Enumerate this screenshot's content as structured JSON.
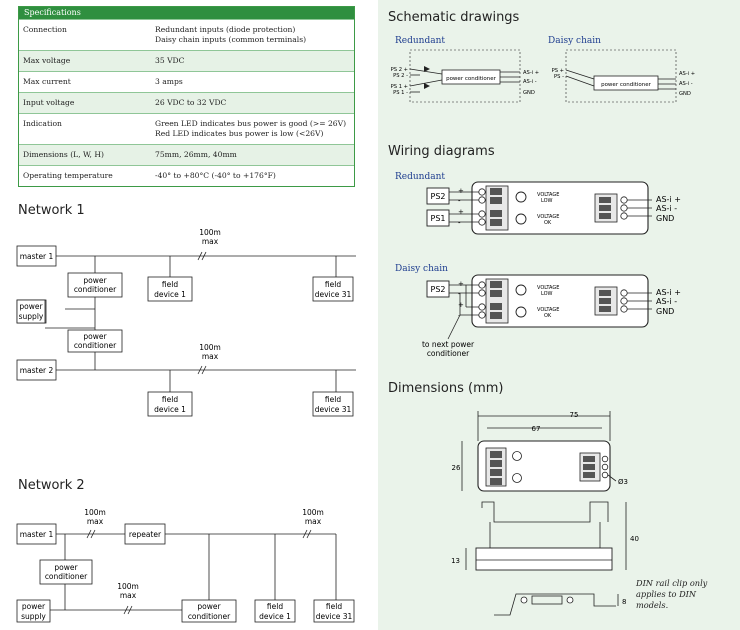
{
  "specifications": {
    "header": "Specifications",
    "rows": [
      {
        "label": "Connection",
        "value": [
          "Redundant inputs (diode protection)",
          "Daisy chain inputs (common terminals)"
        ]
      },
      {
        "label": "Max voltage",
        "value": [
          "35 VDC"
        ]
      },
      {
        "label": "Max current",
        "value": [
          "3 amps"
        ]
      },
      {
        "label": "Input voltage",
        "value": [
          "26 VDC to 32 VDC"
        ]
      },
      {
        "label": "Indication",
        "value": [
          "Green LED indicates bus power is good (>= 26V)",
          "Red LED indicates bus power is low (<26V)"
        ]
      },
      {
        "label": "Dimensions (L, W, H)",
        "value": [
          "75mm, 26mm, 40mm"
        ]
      },
      {
        "label": "Operating temperature",
        "value": [
          "-40° to +80°C (-40° to +176°F)"
        ]
      }
    ]
  },
  "network1": {
    "title": "Network 1",
    "master1": "master 1",
    "master2": "master 2",
    "power_conditioner": [
      "power",
      "conditioner"
    ],
    "power_supply": [
      "power",
      "supply"
    ],
    "field_device_1": [
      "field",
      "device 1"
    ],
    "field_device_31": [
      "field",
      "device 31"
    ],
    "max_length": [
      "100m",
      "max"
    ]
  },
  "network2": {
    "title": "Network 2",
    "master1": "master 1",
    "repeater": "repeater",
    "power_conditioner": [
      "power",
      "conditioner"
    ],
    "power_supply": [
      "power",
      "supply"
    ],
    "field_device_1": [
      "field",
      "device 1"
    ],
    "field_device_31": [
      "field",
      "device 31"
    ],
    "max_length": [
      "100m",
      "max"
    ]
  },
  "schematic": {
    "title": "Schematic drawings",
    "redundant_label": "Redundant",
    "daisy_label": "Daisy chain",
    "box_label": "power conditioner",
    "redundant_inputs": [
      "PS 2 +",
      "PS 2 -",
      "PS 1 +",
      "PS 1 -"
    ],
    "daisy_inputs": [
      "PS +",
      "PS -"
    ],
    "outputs": [
      "AS-i +",
      "AS-i -",
      "GND"
    ]
  },
  "wiring": {
    "title": "Wiring diagrams",
    "redundant_label": "Redundant",
    "daisy_label": "Daisy chain",
    "voltage_low": [
      "VOLTAGE",
      "LOW"
    ],
    "voltage_ok": [
      "VOLTAGE",
      "OK"
    ],
    "ps1": "PS1",
    "ps2": "PS2",
    "plus": "+",
    "minus": "-",
    "outputs": [
      "AS-i +",
      "AS-i  -",
      "GND"
    ],
    "next_conditioner": [
      "to next power",
      "conditioner"
    ]
  },
  "dimensions": {
    "title": "Dimensions (mm)",
    "width_total": "75",
    "width_inner": "67",
    "height_top": "26",
    "hole": "Ø3",
    "height_side": "40",
    "base": "13",
    "rail": "8",
    "note": [
      "DIN rail clip only",
      "applies to DIN",
      "models."
    ]
  }
}
